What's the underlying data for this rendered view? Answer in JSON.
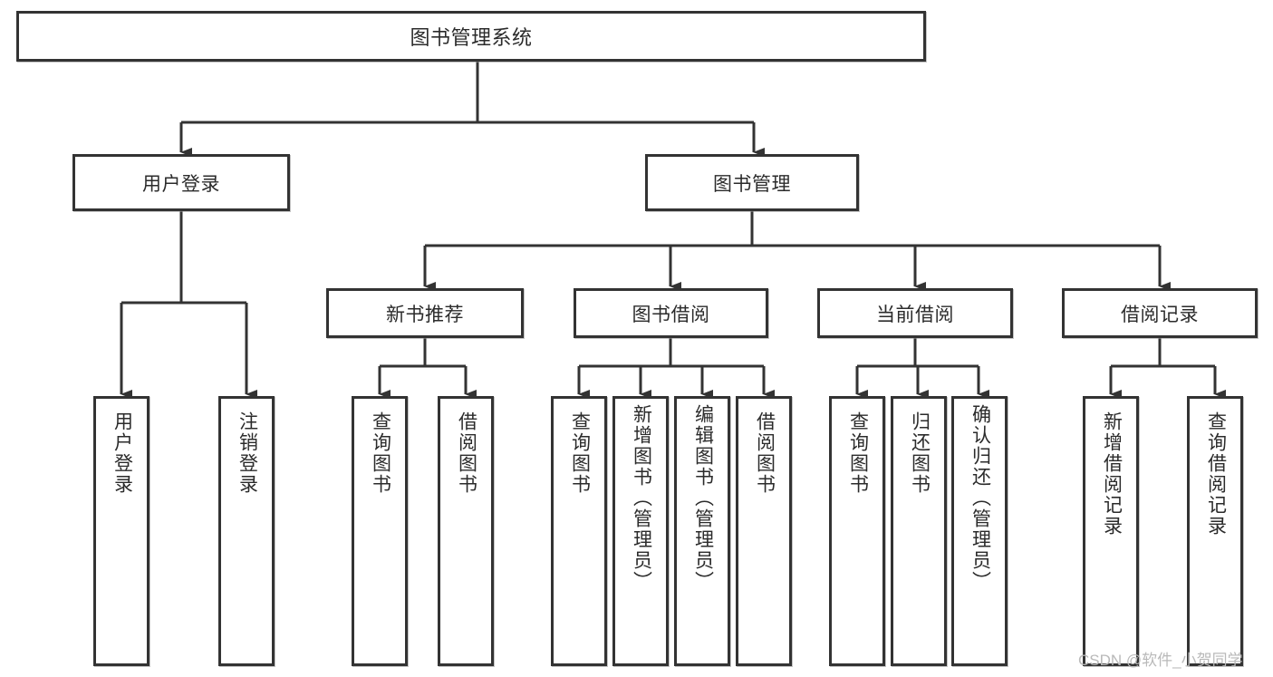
{
  "diagram": {
    "title": "图书管理系统",
    "type": "tree-hierarchy",
    "colors": {
      "box_border": "#333333",
      "box_fill": "#ffffff",
      "connector": "#333333",
      "text": "#2b2b2b",
      "watermark": "#b9b9b9",
      "background": "#ffffff"
    },
    "root": {
      "label": "图书管理系统"
    },
    "level2": [
      {
        "label": "用户登录"
      },
      {
        "label": "图书管理"
      }
    ],
    "level3": [
      {
        "label": "新书推荐"
      },
      {
        "label": "图书借阅"
      },
      {
        "label": "当前借阅"
      },
      {
        "label": "借阅记录"
      }
    ],
    "leaves": {
      "user_login": [
        {
          "label": "用户登录"
        },
        {
          "label": "注销登录"
        }
      ],
      "new_book_recommend": [
        {
          "label": "查询图书"
        },
        {
          "label": "借阅图书"
        }
      ],
      "book_borrow": [
        {
          "label": "查询图书"
        },
        {
          "label": "新增图书（管理员）"
        },
        {
          "label": "编辑图书（管理员）"
        },
        {
          "label": "借阅图书"
        }
      ],
      "current_borrow": [
        {
          "label": "查询图书"
        },
        {
          "label": "归还图书"
        },
        {
          "label": "确认归还（管理员）"
        }
      ],
      "borrow_record": [
        {
          "label": "新增借阅记录"
        },
        {
          "label": "查询借阅记录"
        }
      ]
    },
    "watermark": "CSDN @软件_小贺同学"
  }
}
